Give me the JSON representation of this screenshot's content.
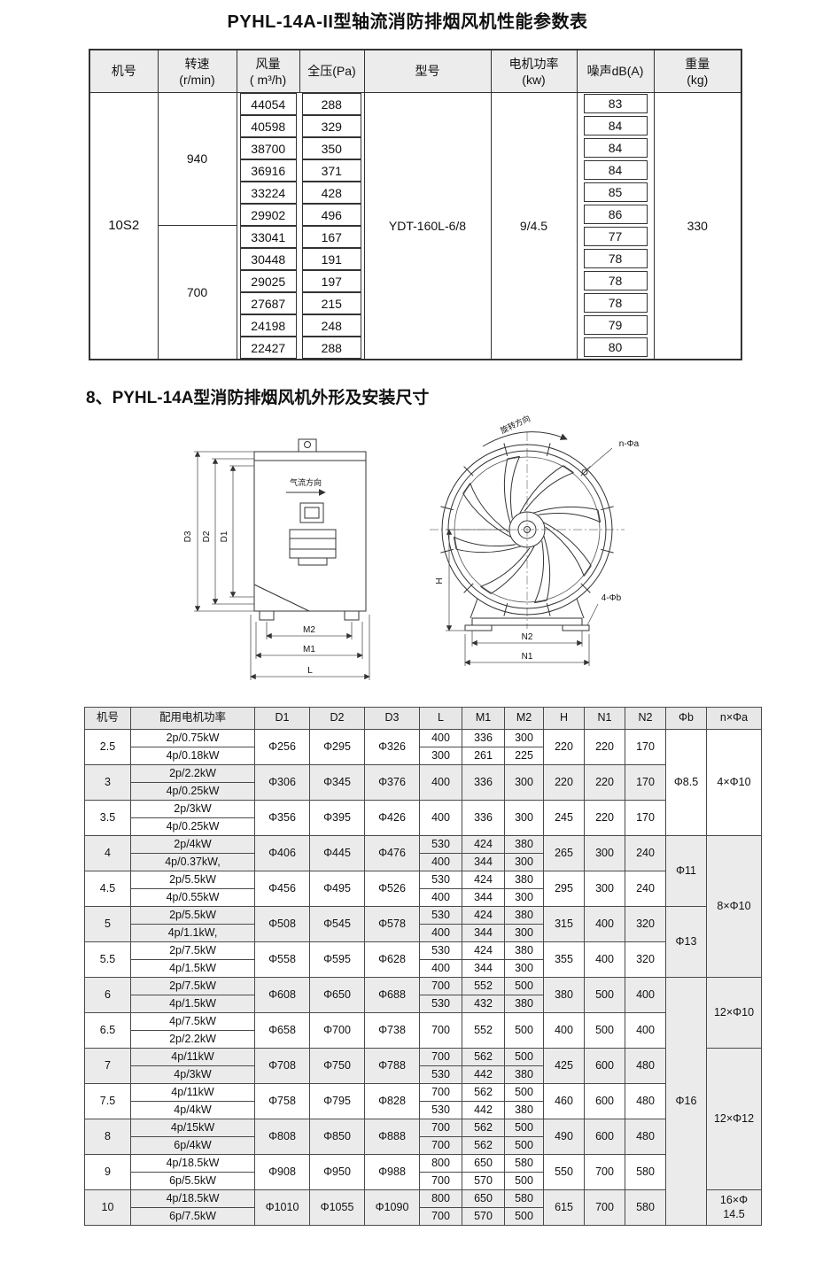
{
  "page": {
    "title": "PYHL-14A-II型轴流消防排烟风机性能参数表",
    "section_heading": "8、PYHL-14A型消防排烟风机外形及安装尺寸"
  },
  "colors": {
    "border": "#333333",
    "row_stripe": "#ebebeb",
    "header_bg": "#ececec"
  },
  "performance_table": {
    "headers": {
      "model": "机号",
      "speed_line1": "转速",
      "speed_line2": "(r/min)",
      "airflow_line1": "风量",
      "airflow_line2": "( m³/h)",
      "pressure": "全压(Pa)",
      "type": "型号",
      "power_line1": "电机功率",
      "power_line2": "(kw)",
      "noise": "噪声dB(A)",
      "weight_line1": "重量",
      "weight_line2": "(kg)"
    },
    "model": "10S2",
    "type": "YDT-160L-6/8",
    "power": "9/4.5",
    "weight": "330",
    "speed_groups": [
      {
        "speed": "940",
        "rows": [
          [
            "44054",
            "288",
            "83"
          ],
          [
            "40598",
            "329",
            "84"
          ],
          [
            "38700",
            "350",
            "84"
          ],
          [
            "36916",
            "371",
            "84"
          ],
          [
            "33224",
            "428",
            "85"
          ],
          [
            "29902",
            "496",
            "86"
          ]
        ]
      },
      {
        "speed": "700",
        "rows": [
          [
            "33041",
            "167",
            "77"
          ],
          [
            "30448",
            "191",
            "78"
          ],
          [
            "29025",
            "197",
            "78"
          ],
          [
            "27687",
            "215",
            "78"
          ],
          [
            "24198",
            "248",
            "79"
          ],
          [
            "22427",
            "288",
            "80"
          ]
        ]
      }
    ]
  },
  "drawing": {
    "airflow_label": "气流方向",
    "rotation_label": "旋转方向",
    "bolt_label": "n-Φa",
    "foot_bolt_label": "4-Φb",
    "dim_d1": "D1",
    "dim_d2": "D2",
    "dim_d3": "D3",
    "dim_m1": "M1",
    "dim_m2": "M2",
    "dim_l": "L",
    "dim_h": "H",
    "dim_n1": "N1",
    "dim_n2": "N2"
  },
  "dimension_table": {
    "headers": [
      "机号",
      "配用电机功率",
      "D1",
      "D2",
      "D3",
      "L",
      "M1",
      "M2",
      "H",
      "N1",
      "N2",
      "Φb",
      "n×Φa"
    ],
    "rows": [
      {
        "model": "2.5",
        "shaded": false,
        "motors": [
          "2p/0.75kW",
          "4p/0.18kW"
        ],
        "d1": "Φ256",
        "d2": "Φ295",
        "d3": "Φ326",
        "lmm": [
          [
            "400",
            "336",
            "300"
          ],
          [
            "300",
            "261",
            "225"
          ]
        ],
        "h": "220",
        "n1": "220",
        "n2": "170",
        "phib": {
          "value": "Φ8.5",
          "span": 3
        },
        "nphia": {
          "value": "4×Φ10",
          "span": 3
        }
      },
      {
        "model": "3",
        "shaded": true,
        "motors": [
          "2p/2.2kW",
          "4p/0.25kW"
        ],
        "d1": "Φ306",
        "d2": "Φ345",
        "d3": "Φ376",
        "lmm": [
          [
            "400",
            "336",
            "300"
          ]
        ],
        "h": "220",
        "n1": "220",
        "n2": "170"
      },
      {
        "model": "3.5",
        "shaded": false,
        "motors": [
          "2p/3kW",
          "4p/0.25kW"
        ],
        "d1": "Φ356",
        "d2": "Φ395",
        "d3": "Φ426",
        "lmm": [
          [
            "400",
            "336",
            "300"
          ]
        ],
        "h": "245",
        "n1": "220",
        "n2": "170"
      },
      {
        "model": "4",
        "shaded": true,
        "motors": [
          "2p/4kW",
          "4p/0.37kW,"
        ],
        "d1": "Φ406",
        "d2": "Φ445",
        "d3": "Φ476",
        "lmm": [
          [
            "530",
            "424",
            "380"
          ],
          [
            "400",
            "344",
            "300"
          ]
        ],
        "h": "265",
        "n1": "300",
        "n2": "240",
        "phib": {
          "value": "Φ11",
          "span": 2
        },
        "nphia": {
          "value": "8×Φ10",
          "span": 4
        }
      },
      {
        "model": "4.5",
        "shaded": false,
        "motors": [
          "2p/5.5kW",
          "4p/0.55kW"
        ],
        "d1": "Φ456",
        "d2": "Φ495",
        "d3": "Φ526",
        "lmm": [
          [
            "530",
            "424",
            "380"
          ],
          [
            "400",
            "344",
            "300"
          ]
        ],
        "h": "295",
        "n1": "300",
        "n2": "240"
      },
      {
        "model": "5",
        "shaded": true,
        "motors": [
          "2p/5.5kW",
          "4p/1.1kW,"
        ],
        "d1": "Φ508",
        "d2": "Φ545",
        "d3": "Φ578",
        "lmm": [
          [
            "530",
            "424",
            "380"
          ],
          [
            "400",
            "344",
            "300"
          ]
        ],
        "h": "315",
        "n1": "400",
        "n2": "320",
        "phib": {
          "value": "Φ13",
          "span": 2
        }
      },
      {
        "model": "5.5",
        "shaded": false,
        "motors": [
          "2p/7.5kW",
          "4p/1.5kW"
        ],
        "d1": "Φ558",
        "d2": "Φ595",
        "d3": "Φ628",
        "lmm": [
          [
            "530",
            "424",
            "380"
          ],
          [
            "400",
            "344",
            "300"
          ]
        ],
        "h": "355",
        "n1": "400",
        "n2": "320"
      },
      {
        "model": "6",
        "shaded": true,
        "motors": [
          "2p/7.5kW",
          "4p/1.5kW"
        ],
        "d1": "Φ608",
        "d2": "Φ650",
        "d3": "Φ688",
        "lmm": [
          [
            "700",
            "552",
            "500"
          ],
          [
            "530",
            "432",
            "380"
          ]
        ],
        "h": "380",
        "n1": "500",
        "n2": "400",
        "phib": {
          "value": "Φ16",
          "span": 7
        },
        "nphia": {
          "value": "12×Φ10",
          "span": 2
        }
      },
      {
        "model": "6.5",
        "shaded": false,
        "motors": [
          "4p/7.5kW",
          "2p/2.2kW"
        ],
        "d1": "Φ658",
        "d2": "Φ700",
        "d3": "Φ738",
        "lmm": [
          [
            "700",
            "552",
            "500"
          ]
        ],
        "h": "400",
        "n1": "500",
        "n2": "400"
      },
      {
        "model": "7",
        "shaded": true,
        "motors": [
          "4p/11kW",
          "4p/3kW"
        ],
        "d1": "Φ708",
        "d2": "Φ750",
        "d3": "Φ788",
        "lmm": [
          [
            "700",
            "562",
            "500"
          ],
          [
            "530",
            "442",
            "380"
          ]
        ],
        "h": "425",
        "n1": "600",
        "n2": "480",
        "nphia": {
          "value": "12×Φ12",
          "span": 4
        }
      },
      {
        "model": "7.5",
        "shaded": false,
        "motors": [
          "4p/11kW",
          "4p/4kW"
        ],
        "d1": "Φ758",
        "d2": "Φ795",
        "d3": "Φ828",
        "lmm": [
          [
            "700",
            "562",
            "500"
          ],
          [
            "530",
            "442",
            "380"
          ]
        ],
        "h": "460",
        "n1": "600",
        "n2": "480"
      },
      {
        "model": "8",
        "shaded": true,
        "motors": [
          "4p/15kW",
          "6p/4kW"
        ],
        "d1": "Φ808",
        "d2": "Φ850",
        "d3": "Φ888",
        "lmm": [
          [
            "700",
            "562",
            "500"
          ],
          [
            "700",
            "562",
            "500"
          ]
        ],
        "h": "490",
        "n1": "600",
        "n2": "480"
      },
      {
        "model": "9",
        "shaded": false,
        "motors": [
          "4p/18.5kW",
          "6p/5.5kW"
        ],
        "d1": "Φ908",
        "d2": "Φ950",
        "d3": "Φ988",
        "lmm": [
          [
            "800",
            "650",
            "580"
          ],
          [
            "700",
            "570",
            "500"
          ]
        ],
        "h": "550",
        "n1": "700",
        "n2": "580"
      },
      {
        "model": "10",
        "shaded": true,
        "motors": [
          "4p/18.5kW",
          "6p/7.5kW"
        ],
        "d1": "Φ1010",
        "d2": "Φ1055",
        "d3": "Φ1090",
        "lmm": [
          [
            "800",
            "650",
            "580"
          ],
          [
            "700",
            "570",
            "500"
          ]
        ],
        "h": "615",
        "n1": "700",
        "n2": "580",
        "nphia": {
          "value": "16×Φ\n14.5",
          "span": 1
        }
      }
    ]
  }
}
